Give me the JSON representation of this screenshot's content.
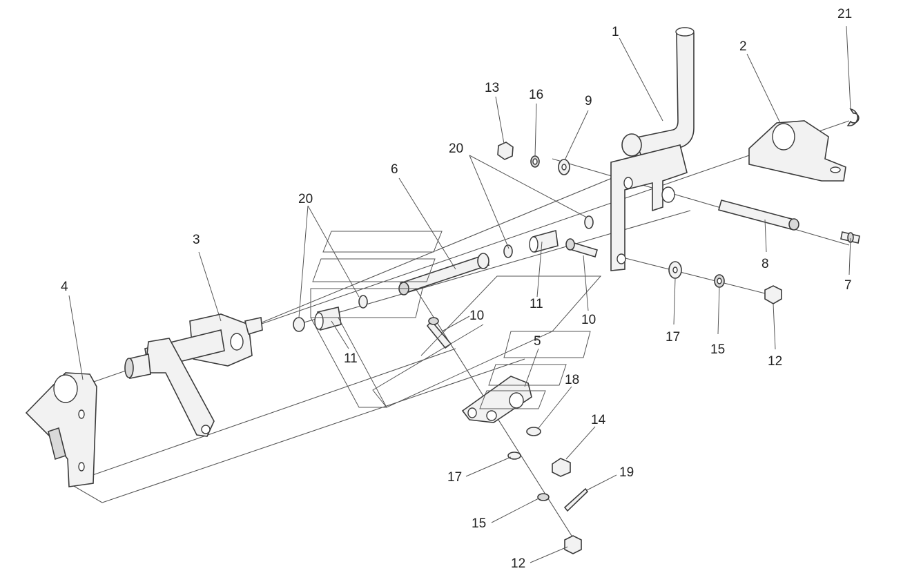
{
  "callouts": [
    {
      "id": "c1",
      "label": "1"
    },
    {
      "id": "c2",
      "label": "2"
    },
    {
      "id": "c3",
      "label": "3"
    },
    {
      "id": "c4",
      "label": "4"
    },
    {
      "id": "c5",
      "label": "5"
    },
    {
      "id": "c6",
      "label": "6"
    },
    {
      "id": "c7",
      "label": "7"
    },
    {
      "id": "c8",
      "label": "8"
    },
    {
      "id": "c9",
      "label": "9"
    },
    {
      "id": "c10a",
      "label": "10"
    },
    {
      "id": "c10b",
      "label": "10"
    },
    {
      "id": "c11a",
      "label": "11"
    },
    {
      "id": "c11b",
      "label": "11"
    },
    {
      "id": "c12a",
      "label": "12"
    },
    {
      "id": "c12b",
      "label": "12"
    },
    {
      "id": "c13",
      "label": "13"
    },
    {
      "id": "c14",
      "label": "14"
    },
    {
      "id": "c15a",
      "label": "15"
    },
    {
      "id": "c15b",
      "label": "15"
    },
    {
      "id": "c16",
      "label": "16"
    },
    {
      "id": "c17a",
      "label": "17"
    },
    {
      "id": "c17b",
      "label": "17"
    },
    {
      "id": "c18",
      "label": "18"
    },
    {
      "id": "c19",
      "label": "19"
    },
    {
      "id": "c20a",
      "label": "20"
    },
    {
      "id": "c20b",
      "label": "20"
    },
    {
      "id": "c21",
      "label": "21"
    }
  ]
}
